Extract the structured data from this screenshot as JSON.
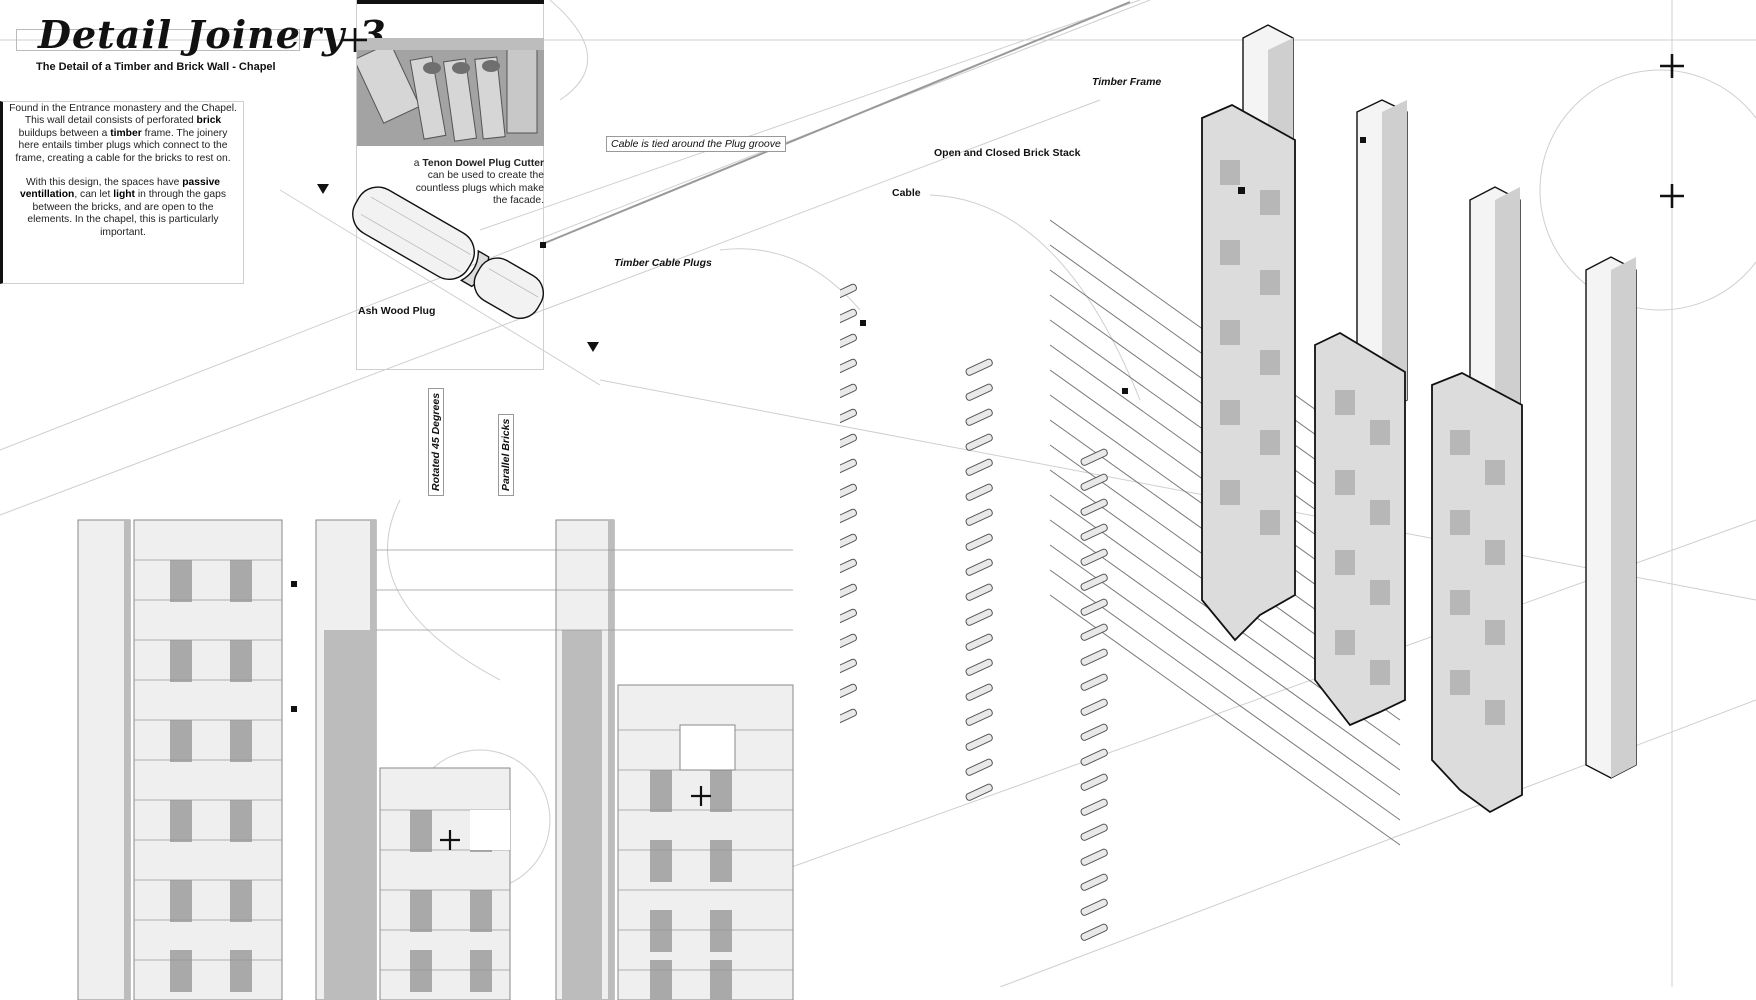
{
  "title": "Detail Joinery 3",
  "subtitle": "The Detail of a Timber and Brick Wall - Chapel",
  "intro": {
    "paragraph1": [
      {
        "text": "Found in the Entrance monastery and the Chapel. This wall detail consists of perforated "
      },
      {
        "text": "brick",
        "bold": true
      },
      {
        "text": " buildups between a "
      },
      {
        "text": "timber",
        "bold": true
      },
      {
        "text": " frame. The joinery here entails timber plugs which connect to the frame, creating a cable for the bricks to rest on."
      }
    ],
    "paragraph2": [
      {
        "text": "With this design, the spaces have "
      },
      {
        "text": "passive ventillation",
        "bold": true
      },
      {
        "text": ", can let "
      },
      {
        "text": "light",
        "bold": true
      },
      {
        "text": " in through the gaps between the bricks, and are open to the elements. In the chapel, this is particularly important."
      }
    ]
  },
  "tenon_note": [
    {
      "text": "a "
    },
    {
      "text": "Tenon Dowel Plug Cutter",
      "bold": true
    },
    {
      "text": " can be used to create the countless plugs which make the facade."
    }
  ],
  "labels": {
    "ash_wood_plug": "Ash Wood Plug",
    "cable_tied": "Cable is tied around the Plug groove",
    "timber_cable_plugs": "Timber Cable Plugs",
    "timber_frame": "Timber Frame",
    "open_closed_brick_stack": "Open and Closed Brick Stack",
    "cable": "Cable",
    "rotated_45": "Rotated 45 Degrees",
    "parallel_bricks": "Parallel Bricks"
  },
  "colors": {
    "ink": "#111111",
    "line": "#bdbdbd",
    "fill_light": "#eeeeee",
    "fill_mid": "#c8c8c8",
    "fill_dark": "#9e9e9e"
  }
}
